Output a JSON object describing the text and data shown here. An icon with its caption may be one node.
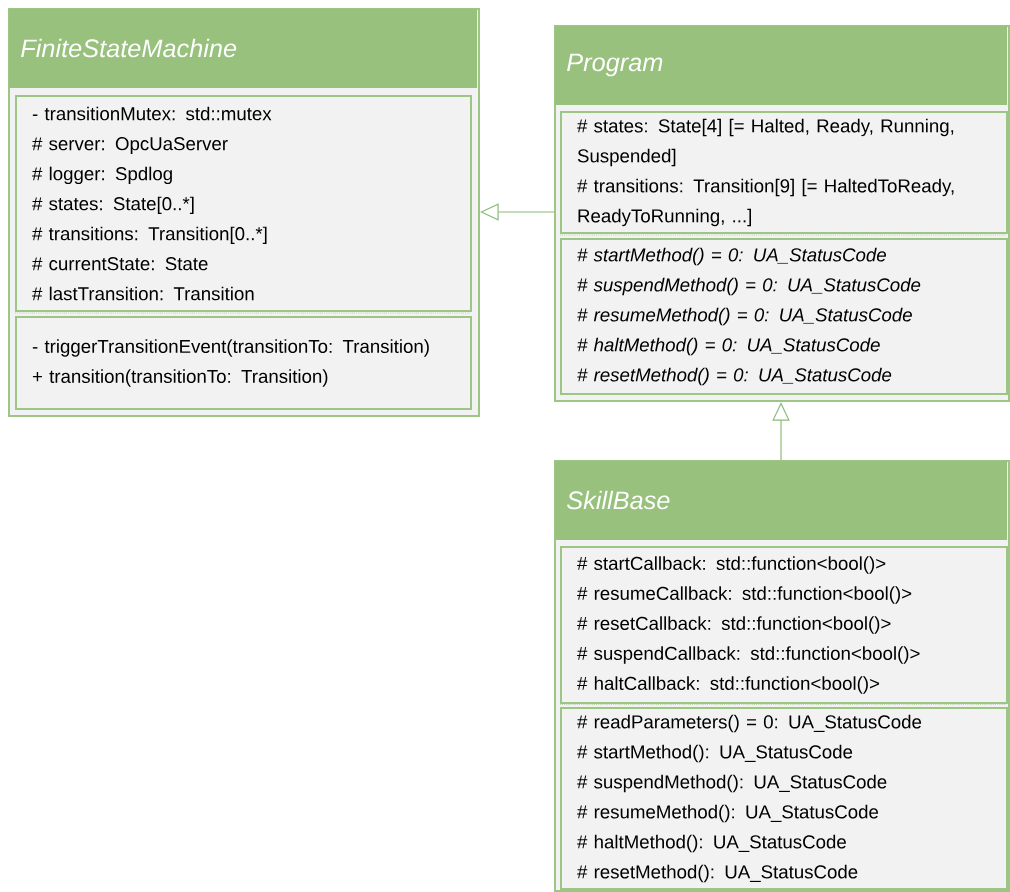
{
  "diagram": {
    "nodes": [
      {
        "text": [
          "FiniteStateMachine"
        ]
      },
      {
        "text": [
          "- transitionMutex: std::mutex",
          "# server: OpcUaServer",
          "# logger: Spdlog",
          "# states: State[0..*]",
          "# transitions: Transition[0..*]",
          "# currentState: State",
          "# lastTransition: Transition"
        ],
        "in": 0
      },
      {
        "text": [
          "- triggerTransitionEvent(transitionTo: Transition)",
          "+ transition(transitionTo: Transition)"
        ],
        "in": 0
      },
      {
        "text": [
          "Program"
        ]
      },
      {
        "text": [
          "# states: State[4] [= Halted, Ready, Running, Suspended]",
          "# transitions: Transition[9] [= HaltedToReady, ReadyToRunning, ...]"
        ],
        "in": 3
      },
      {
        "text": [
          "# startMethod() = 0: UA_StatusCode",
          "# suspendMethod() = 0: UA_StatusCode",
          "# resumeMethod() = 0: UA_StatusCode",
          "# haltMethod() = 0: UA_StatusCode",
          "# resetMethod() = 0: UA_StatusCode"
        ],
        "in": 3
      },
      {
        "text": [
          "SkillBase"
        ]
      },
      {
        "text": [
          "# startCallback: std::function<bool()>",
          "# resumeCallback: std::function<bool()>",
          "# resetCallback: std::function<bool()>",
          "# suspendCallback: std::function<bool()>",
          "# haltCallback: std::function<bool()>"
        ],
        "in": 6
      },
      {
        "text": [
          "# readParameters() = 0: UA_StatusCode",
          "# startMethod(): UA_StatusCode",
          "# suspendMethod(): UA_StatusCode",
          "# resumeMethod(): UA_StatusCode",
          "# haltMethod(): UA_StatusCode",
          "# resetMethod(): UA_StatusCode"
        ],
        "in": 6
      }
    ],
    "edges": [
      {
        "from": 3,
        "to": 0,
        "arrow": "to"
      },
      {
        "from": 6,
        "to": 3,
        "arrow": "to"
      }
    ]
  }
}
